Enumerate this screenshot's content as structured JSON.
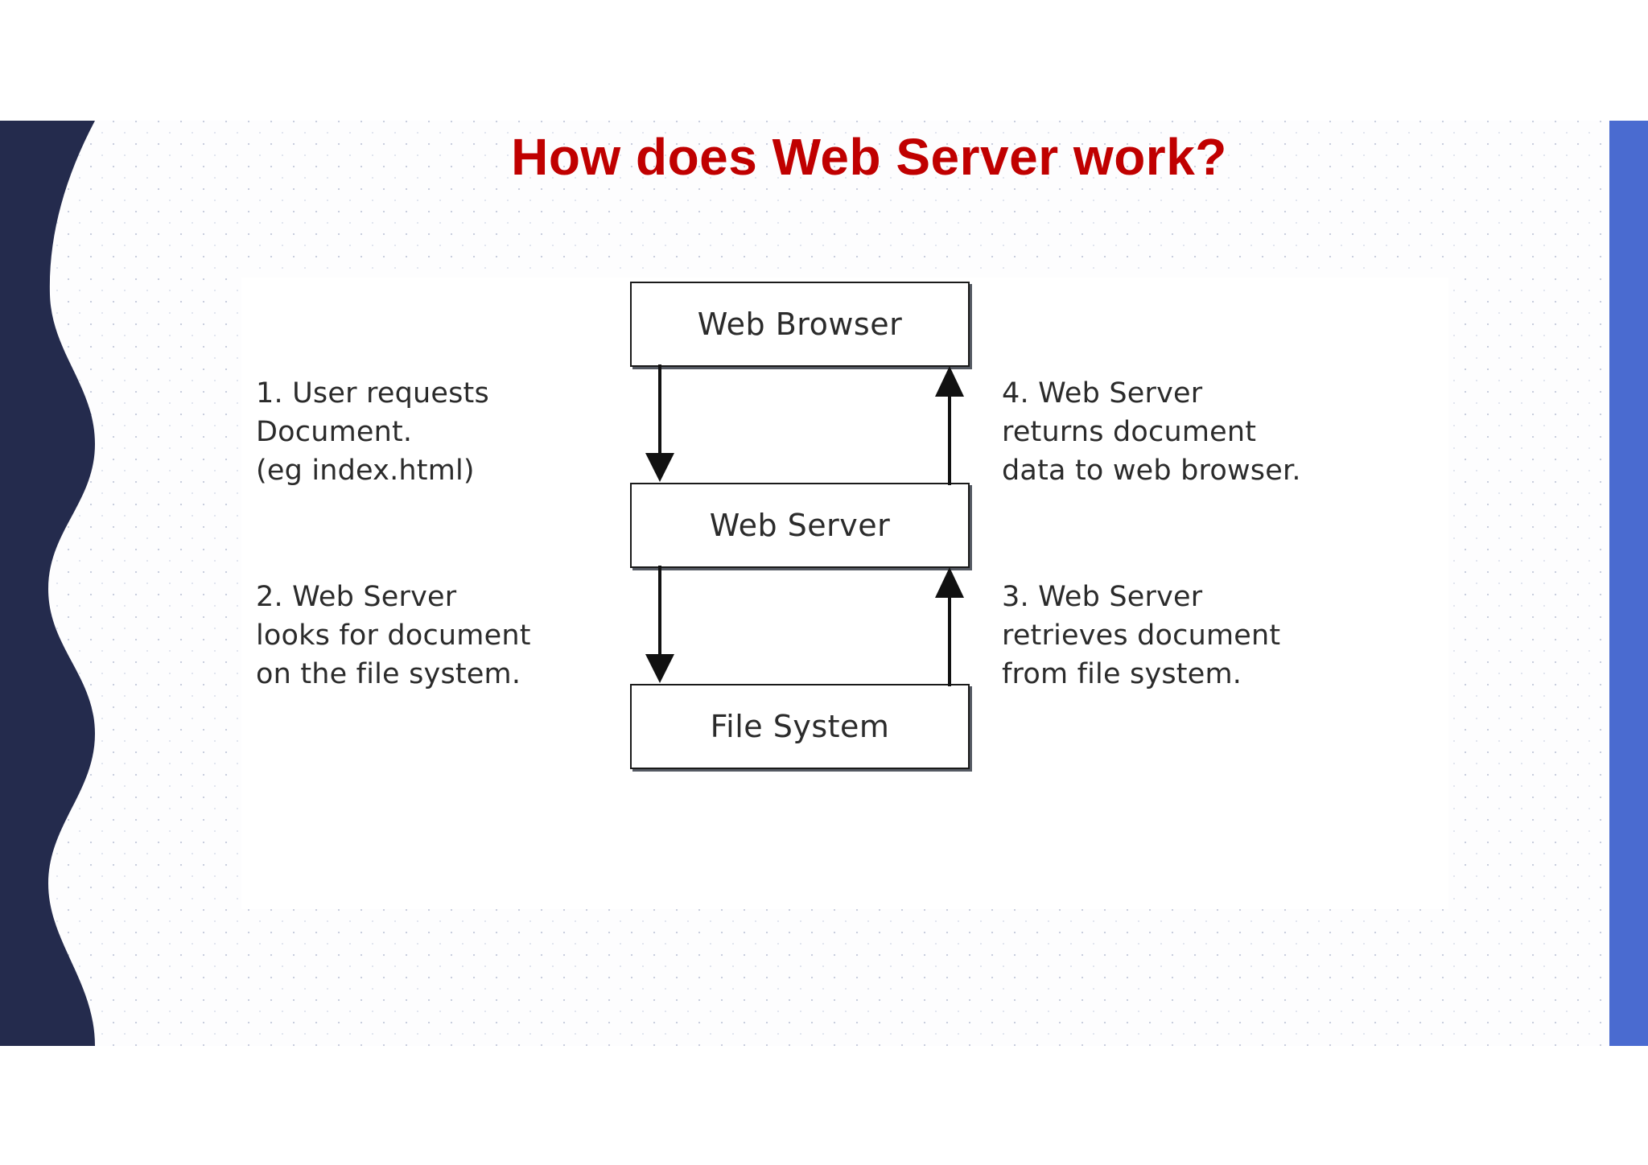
{
  "slide": {
    "title": "How does Web Server work?",
    "title_color": "#c00000",
    "background_color": "#fdfdfe",
    "accent_navy": "#242b4d",
    "accent_blue": "#4a6bd0"
  },
  "diagram": {
    "boxes": [
      {
        "id": "web-browser",
        "label": "Web Browser"
      },
      {
        "id": "web-server",
        "label": "Web Server"
      },
      {
        "id": "file-system",
        "label": "File System"
      }
    ],
    "notes": [
      {
        "id": "step-1",
        "text": "1. User requests\nDocument.\n(eg index.html)"
      },
      {
        "id": "step-4",
        "text": "4. Web Server\nreturns document\ndata to web browser."
      },
      {
        "id": "step-2",
        "text": "2. Web Server\nlooks for document\non the file system."
      },
      {
        "id": "step-3",
        "text": "3. Web Server\nretrieves document\nfrom file system."
      }
    ],
    "arrows": [
      {
        "id": "browser-to-server",
        "direction": "down",
        "step": "1"
      },
      {
        "id": "server-to-browser",
        "direction": "up",
        "step": "4"
      },
      {
        "id": "server-to-files",
        "direction": "down",
        "step": "2"
      },
      {
        "id": "files-to-server",
        "direction": "up",
        "step": "3"
      }
    ]
  }
}
